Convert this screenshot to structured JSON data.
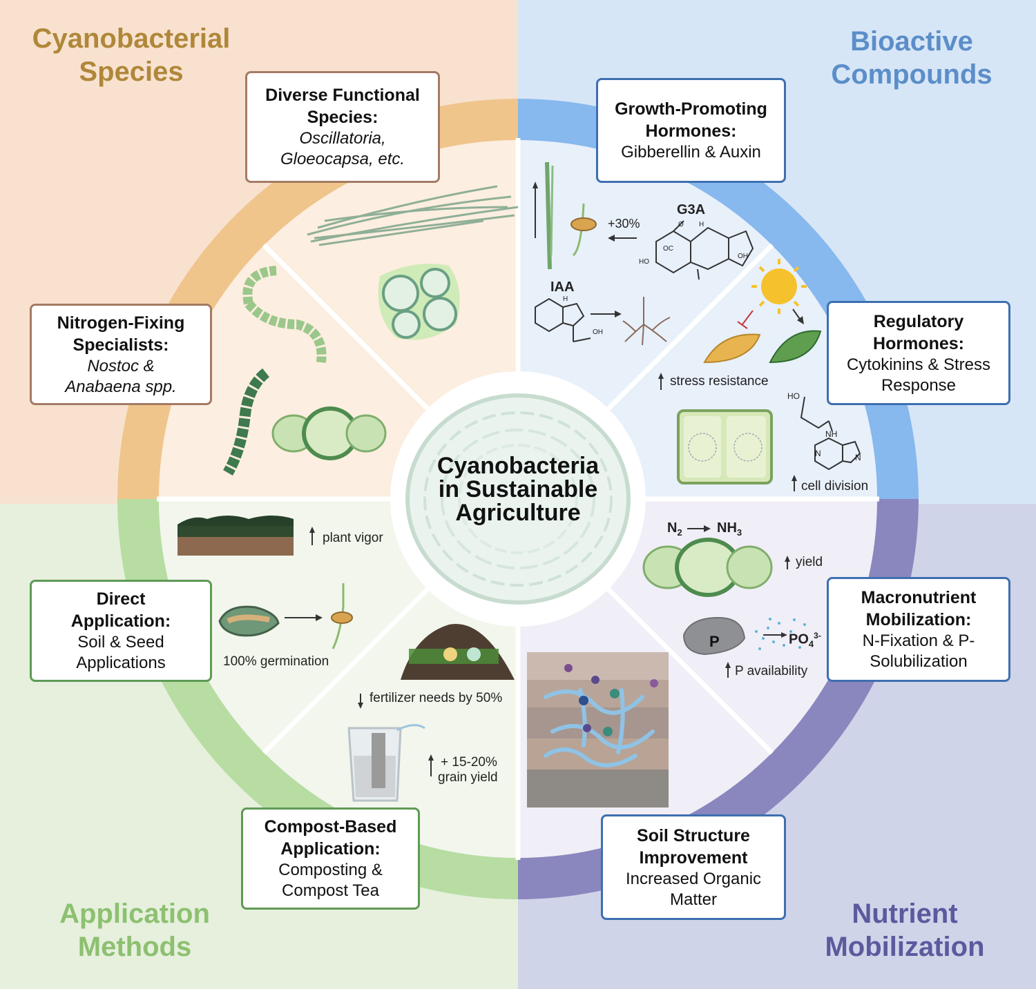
{
  "center": {
    "line1": "Cyanobacteria",
    "line2": "in Sustainable",
    "line3": "Agriculture"
  },
  "quadrants": {
    "top_left": {
      "line1": "Cyanobacterial",
      "line2": "Species",
      "color": "#B0873A",
      "bg": "#F8E2CF"
    },
    "top_right": {
      "line1": "Bioactive",
      "line2": "Compounds",
      "color": "#5B8EC9",
      "bg": "#D7E6F6"
    },
    "bottom_left": {
      "line1": "Application",
      "line2": "Methods",
      "color": "#8DC070",
      "bg": "#E6F0DD"
    },
    "bottom_right": {
      "line1": "Nutrient",
      "line2": "Mobilization",
      "color": "#5A5A9E",
      "bg": "#D0D4E8"
    }
  },
  "cards": {
    "diverse": {
      "title1": "Diverse Functional",
      "title2": "Species:",
      "body1": "Oscillatoria,",
      "body2": "Gloeocapsa, etc."
    },
    "nitrogen": {
      "title1": "Nitrogen-Fixing",
      "title2": "Specialists:",
      "body1": "Nostoc &",
      "body2": "Anabaena spp."
    },
    "growth": {
      "title1": "Growth-Promoting",
      "title2": "Hormones:",
      "body1": "Gibberellin & Auxin"
    },
    "regulatory": {
      "title1": "Regulatory",
      "title2": "Hormones:",
      "body1": "Cytokinins & Stress",
      "body2": "Response"
    },
    "macro": {
      "title1": "Macronutrient",
      "title2": "Mobilization:",
      "body1": "N-Fixation & P-",
      "body2": "Solubilization"
    },
    "soil": {
      "title1": "Soil Structure",
      "title2": "Improvement",
      "body1": "Increased Organic",
      "body2": "Matter"
    },
    "direct": {
      "title1": "Direct",
      "title2": "Application:",
      "body1": "Soil & Seed",
      "body2": "Applications"
    },
    "compost": {
      "title1": "Compost-Based",
      "title2": "Application:",
      "body1": "Composting &",
      "body2": "Compost Tea"
    }
  },
  "labels": {
    "g3a": "G3A",
    "plus30": "+30%",
    "iaa": "IAA",
    "stress": "stress resistance",
    "cell_division": "cell division",
    "n2": "N",
    "n2_sub": "2",
    "nh3": "NH",
    "nh3_sub": "3",
    "yield": "yield",
    "p": "P",
    "po4": "PO",
    "po4_sub": "4",
    "po4_sup": "3-",
    "p_avail": "P availability",
    "plant_vigor": "plant vigor",
    "germination": "100% germination",
    "fertilizer": "fertilizer needs by 50%",
    "grain1": "+ 15-20%",
    "grain2": "grain yield",
    "ho": "HO",
    "nh": "NH",
    "oh": "OH",
    "n": "N",
    "h": "H",
    "o": "O",
    "oc": "OC"
  },
  "colors": {
    "ring_orange": "#EFC58C",
    "ring_blue": "#87B8EE",
    "ring_green": "#B7DDA2",
    "ring_purple": "#8A86BE",
    "inner_orange": "#FCEEE0",
    "inner_blue": "#E8F0FA",
    "inner_green": "#F2F6EC",
    "inner_purple": "#F0EEF6",
    "card_brown": "#A47A64",
    "card_blue": "#3E6FB0",
    "card_green": "#5E9A55"
  }
}
